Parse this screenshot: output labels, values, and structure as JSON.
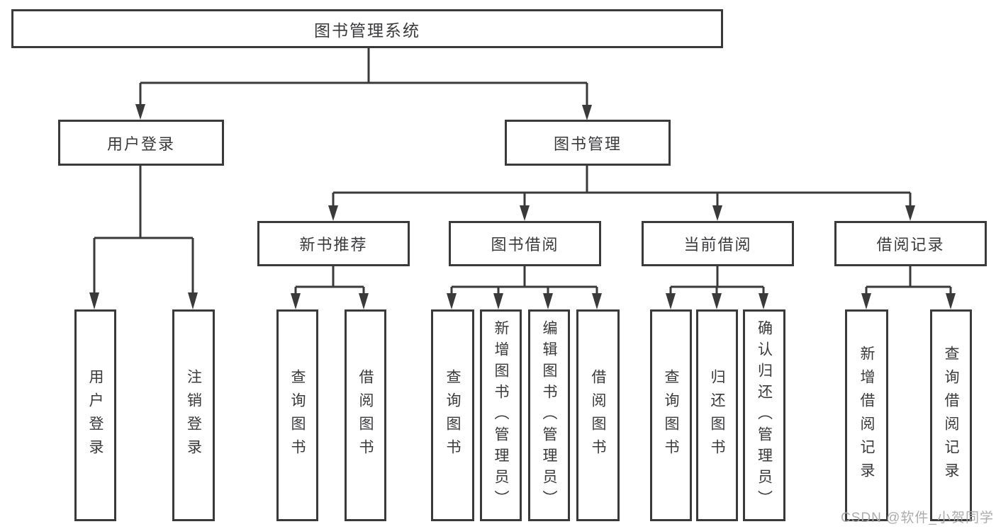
{
  "diagram": {
    "title": "图书管理系统",
    "level2": {
      "user_login": "用户登录",
      "book_mgmt": "图书管理"
    },
    "level3": {
      "new_book_rec": "新书推荐",
      "book_borrow": "图书借阅",
      "current_borrow": "当前借阅",
      "borrow_record": "借阅记录"
    },
    "leaves": {
      "user_login": [
        "用户登录",
        "注销登录"
      ],
      "new_book_rec": [
        "查询图书",
        "借阅图书"
      ],
      "book_borrow": [
        "查询图书",
        "新增图书（管理员）",
        "编辑图书（管理员）",
        "借阅图书"
      ],
      "current_borrow": [
        "查询图书",
        "归还图书",
        "确认归还（管理员）"
      ],
      "borrow_record": [
        "新增借阅记录",
        "查询借阅记录"
      ]
    },
    "watermark": "CSDN @软件_小贺同学",
    "colors": {
      "line": "#3a3a3a",
      "text": "#3a3a3c",
      "watermark": "#a8a8a8",
      "background": "#ffffff"
    }
  }
}
